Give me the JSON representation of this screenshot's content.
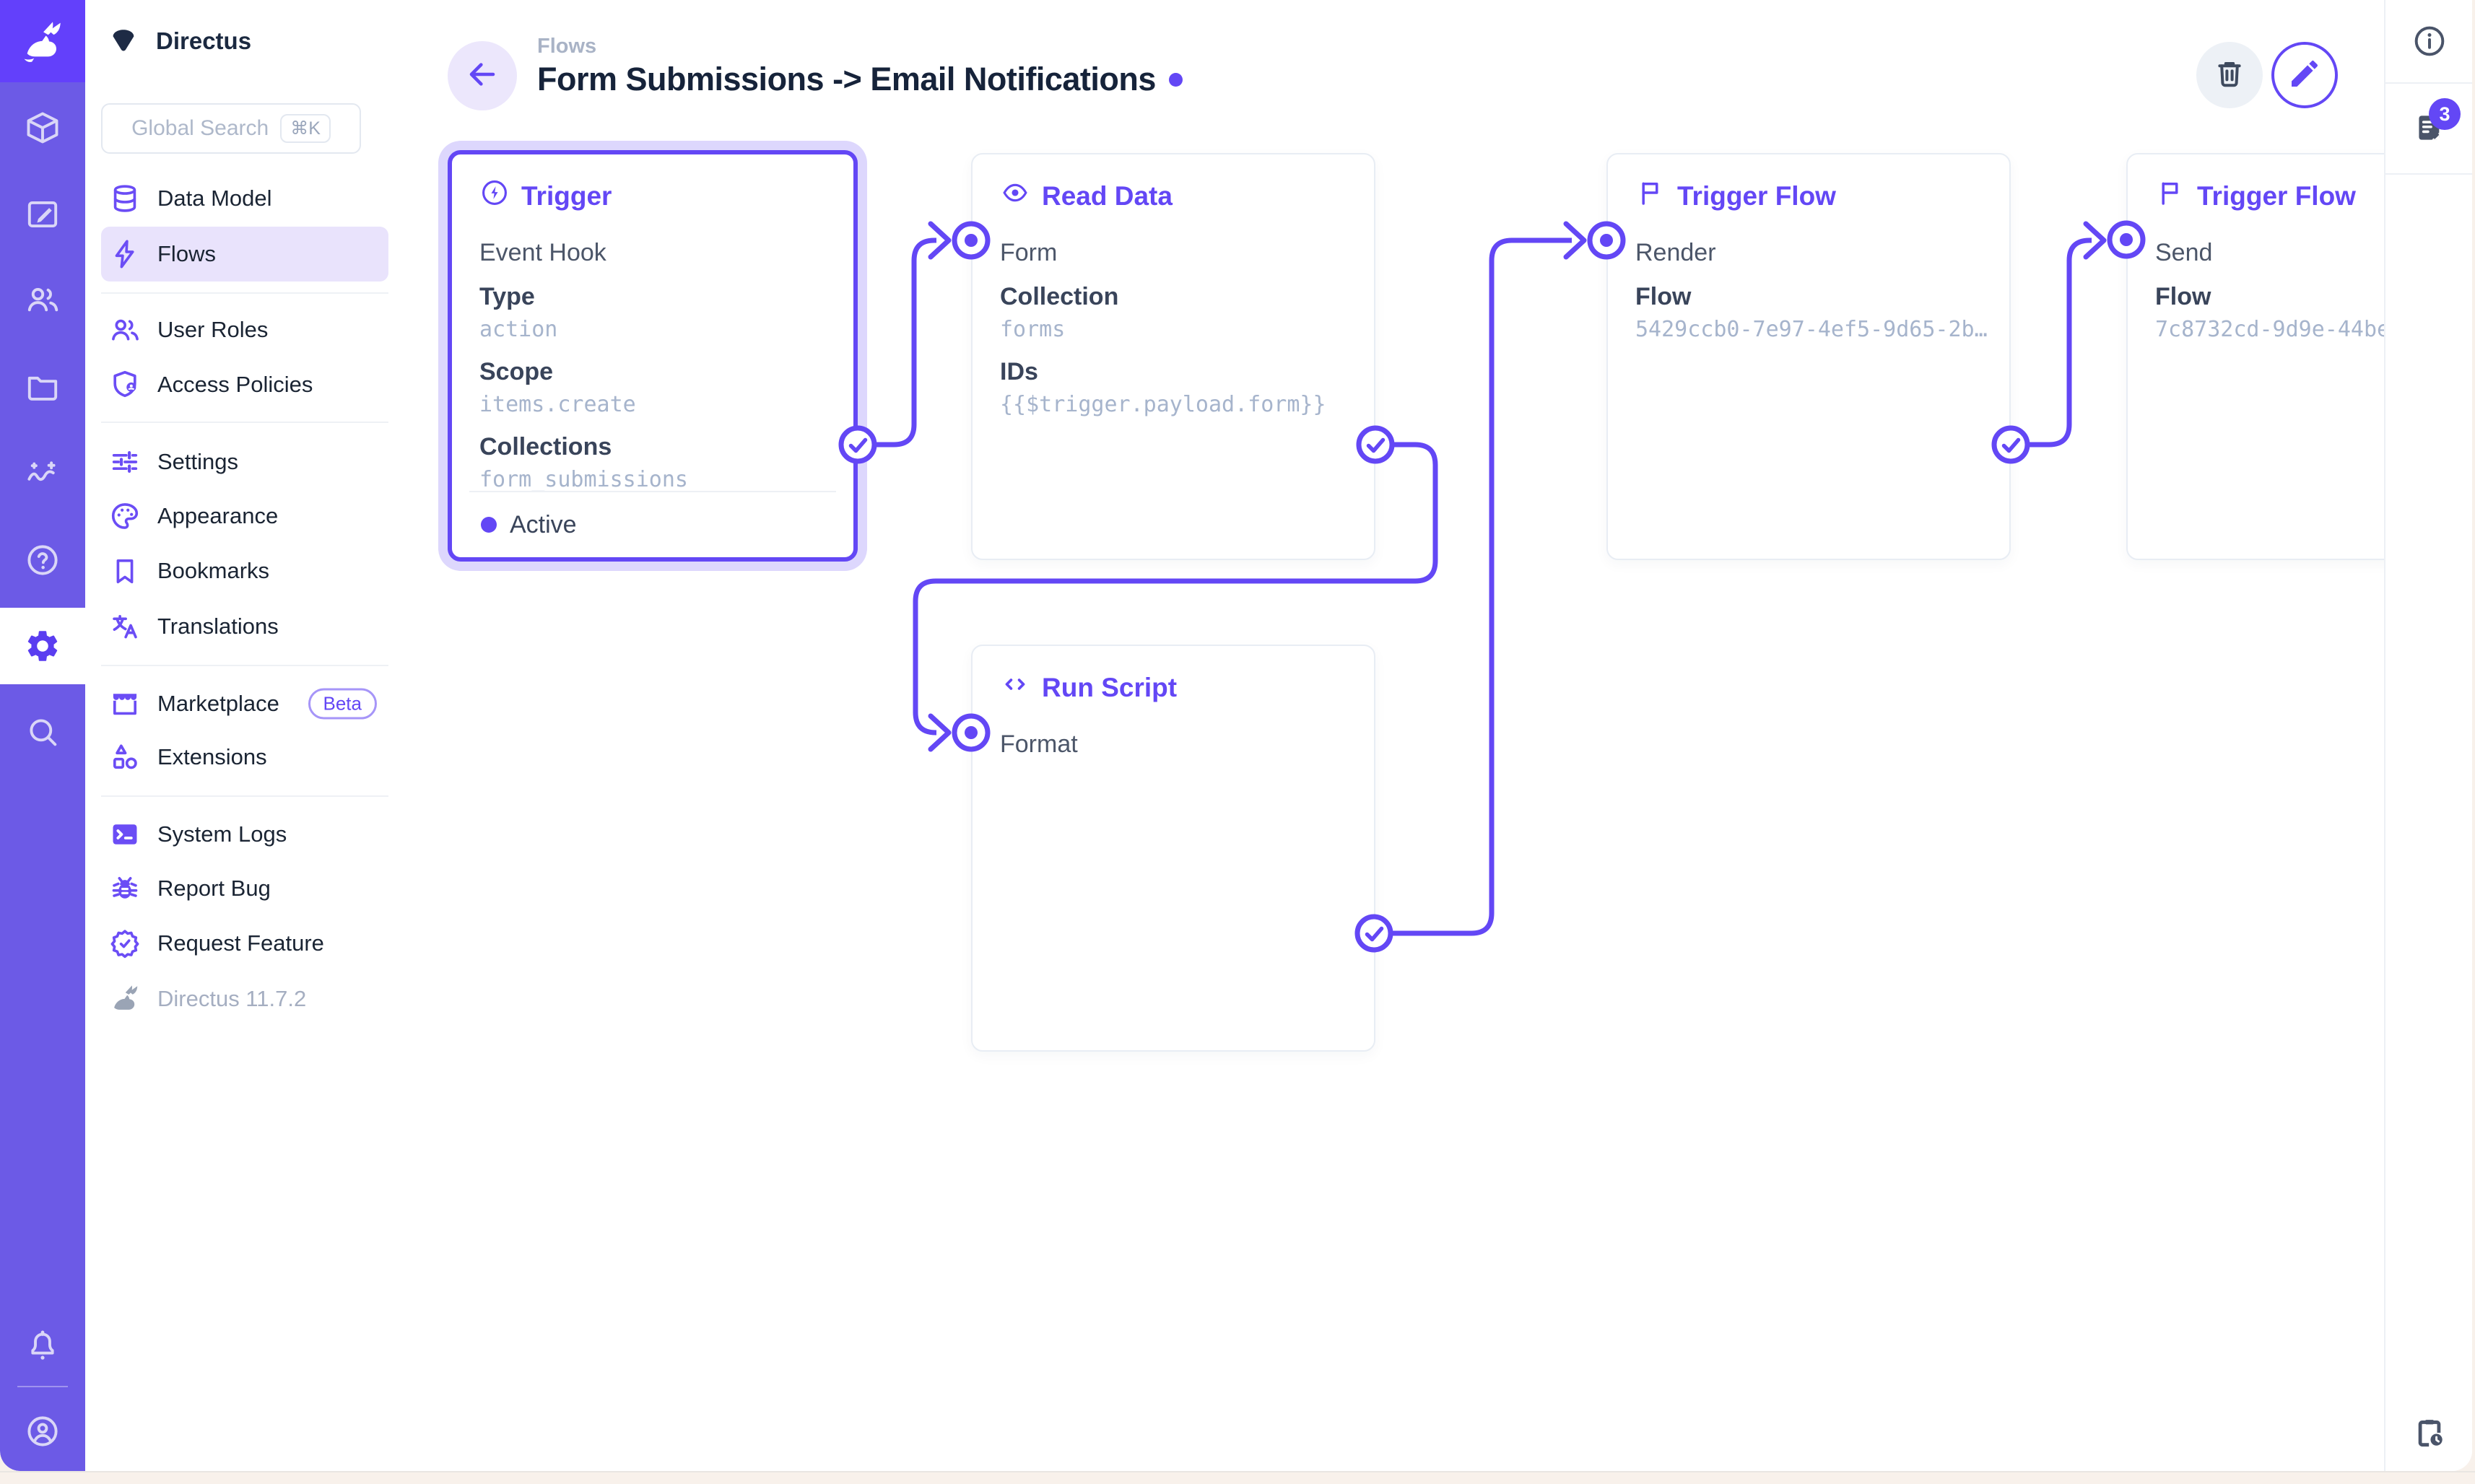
{
  "project": {
    "name": "Directus"
  },
  "search": {
    "placeholder": "Global Search",
    "shortcut": "⌘K"
  },
  "module_bar": {
    "active_module": "settings",
    "icons": [
      "rabbit-logo",
      "box",
      "edit",
      "users",
      "folder",
      "insights",
      "help",
      "settings",
      "search",
      "bell",
      "account"
    ]
  },
  "nav": {
    "items": {
      "data_model": {
        "label": "Data Model",
        "icon": "database"
      },
      "flows": {
        "label": "Flows",
        "icon": "bolt",
        "active": true
      },
      "user_roles": {
        "label": "User Roles",
        "icon": "people"
      },
      "access_policies": {
        "label": "Access Policies",
        "icon": "shield-user"
      },
      "settings": {
        "label": "Settings",
        "icon": "tune"
      },
      "appearance": {
        "label": "Appearance",
        "icon": "palette"
      },
      "bookmarks": {
        "label": "Bookmarks",
        "icon": "bookmark"
      },
      "translations": {
        "label": "Translations",
        "icon": "translate"
      },
      "marketplace": {
        "label": "Marketplace",
        "icon": "storefront",
        "badge": "Beta"
      },
      "extensions": {
        "label": "Extensions",
        "icon": "shapes"
      },
      "system_logs": {
        "label": "System Logs",
        "icon": "terminal"
      },
      "report_bug": {
        "label": "Report Bug",
        "icon": "bug"
      },
      "request_feature": {
        "label": "Request Feature",
        "icon": "seal-check"
      }
    },
    "version": "Directus 11.7.2"
  },
  "header": {
    "breadcrumb": "Flows",
    "title": "Form Submissions -> Email Notifications",
    "delete_action": "delete",
    "edit_action": "edit"
  },
  "right_rail": {
    "log_badge_count": "3",
    "icons": [
      "info",
      "logs",
      "clipboard-clock"
    ]
  },
  "flow": {
    "nodes": {
      "trigger": {
        "type_label": "Trigger",
        "name": "Event Hook",
        "fields": [
          {
            "label": "Type",
            "value": "action"
          },
          {
            "label": "Scope",
            "value": "items.create"
          },
          {
            "label": "Collections",
            "value": "form_submissions"
          }
        ],
        "status": "Active"
      },
      "read_data": {
        "type_label": "Read Data",
        "name": "Form",
        "fields": [
          {
            "label": "Collection",
            "value": "forms"
          },
          {
            "label": "IDs",
            "value": "{{$trigger.payload.form}}"
          }
        ]
      },
      "run_script": {
        "type_label": "Run Script",
        "name": "Format"
      },
      "trigger_flow_render": {
        "type_label": "Trigger Flow",
        "name": "Render",
        "fields": [
          {
            "label": "Flow",
            "value": "5429ccb0-7e97-4ef5-9d65-2b…"
          }
        ]
      },
      "trigger_flow_send": {
        "type_label": "Trigger Flow",
        "name": "Send",
        "fields": [
          {
            "label": "Flow",
            "value": "7c8732cd-9d9e-44be"
          }
        ]
      }
    }
  },
  "colors": {
    "accent": "#6347F5",
    "module_bar": "#6C5AE6",
    "logo_tile": "#6340FB",
    "value_text": "#A6B4CC",
    "title_text": "#16233A"
  }
}
